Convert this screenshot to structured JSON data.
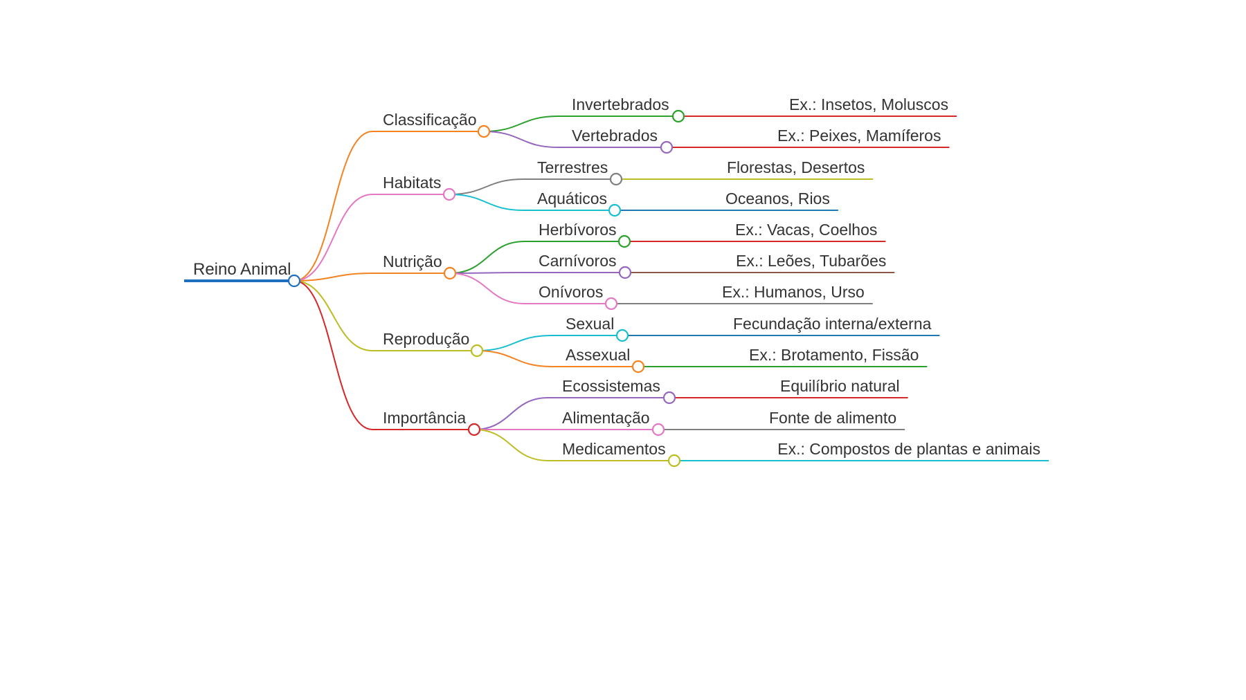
{
  "colors": {
    "root": "#1f6fbf",
    "text": "#333333",
    "palette": {
      "orange": "#f58220",
      "pink": "#e377c2",
      "olive": "#bcbd22",
      "red": "#d62728",
      "green": "#2ca02c",
      "purple": "#9467bd",
      "gray": "#7f7f7f",
      "cyan": "#17becf",
      "blue": "#1f77b4"
    }
  },
  "root": {
    "label": "Reino Animal",
    "color": "#1f6fbf",
    "children": [
      {
        "label": "Classificação",
        "color": "#f58220",
        "children": [
          {
            "label": "Invertebrados",
            "color": "#2ca02c",
            "leaf": {
              "label": "Ex.: Insetos, Moluscos",
              "color": "#d62728"
            }
          },
          {
            "label": "Vertebrados",
            "color": "#9467bd",
            "leaf": {
              "label": "Ex.: Peixes, Mamíferos",
              "color": "#d62728"
            }
          }
        ]
      },
      {
        "label": "Habitats",
        "color": "#e377c2",
        "children": [
          {
            "label": "Terrestres",
            "color": "#7f7f7f",
            "leaf": {
              "label": "Florestas, Desertos",
              "color": "#bcbd22"
            }
          },
          {
            "label": "Aquáticos",
            "color": "#17becf",
            "leaf": {
              "label": "Oceanos, Rios",
              "color": "#1f77b4"
            }
          }
        ]
      },
      {
        "label": "Nutrição",
        "color": "#f58220",
        "children": [
          {
            "label": "Herbívoros",
            "color": "#2ca02c",
            "leaf": {
              "label": "Ex.: Vacas, Coelhos",
              "color": "#d62728"
            }
          },
          {
            "label": "Carnívoros",
            "color": "#9467bd",
            "leaf": {
              "label": "Ex.: Leões, Tubarões",
              "color": "#8c564b"
            }
          },
          {
            "label": "Onívoros",
            "color": "#e377c2",
            "leaf": {
              "label": "Ex.: Humanos, Urso",
              "color": "#7f7f7f"
            }
          }
        ]
      },
      {
        "label": "Reprodução",
        "color": "#bcbd22",
        "children": [
          {
            "label": "Sexual",
            "color": "#17becf",
            "leaf": {
              "label": "Fecundação interna/externa",
              "color": "#1f77b4"
            }
          },
          {
            "label": "Assexual",
            "color": "#f58220",
            "leaf": {
              "label": "Ex.: Brotamento, Fissão",
              "color": "#2ca02c"
            }
          }
        ]
      },
      {
        "label": "Importância",
        "color": "#d62728",
        "children": [
          {
            "label": "Ecossistemas",
            "color": "#9467bd",
            "leaf": {
              "label": "Equilíbrio natural",
              "color": "#d62728"
            }
          },
          {
            "label": "Alimentação",
            "color": "#e377c2",
            "leaf": {
              "label": "Fonte de alimento",
              "color": "#7f7f7f"
            }
          },
          {
            "label": "Medicamentos",
            "color": "#bcbd22",
            "leaf": {
              "label": "Ex.: Compostos de plantas e animais",
              "color": "#17becf"
            }
          }
        ]
      }
    ]
  }
}
